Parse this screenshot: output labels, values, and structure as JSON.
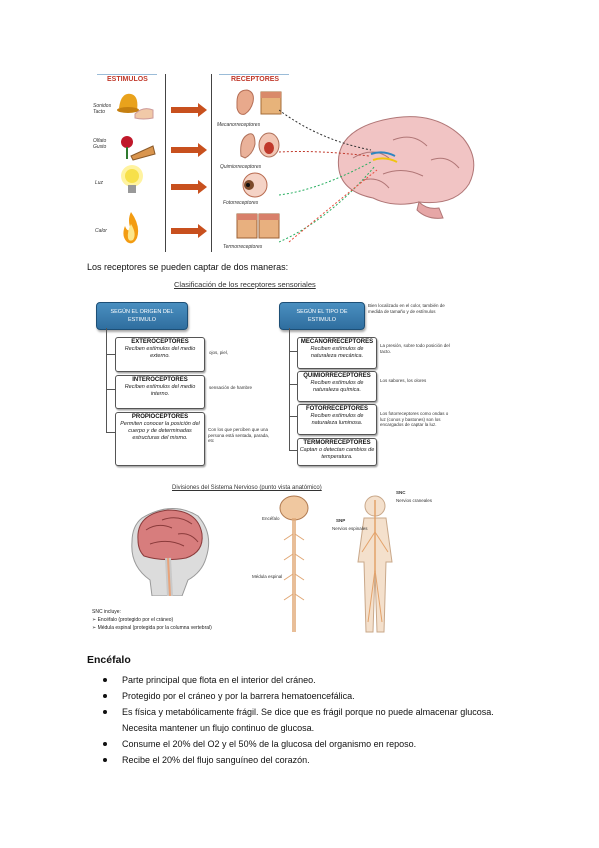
{
  "figure1": {
    "header_stimuli": "ESTIMULOS",
    "header_receptors": "RECEPTORES",
    "stimuli": [
      "Sonidos\nTacto",
      "Olfato\nGusto",
      "Luz",
      "Calor"
    ],
    "receptors": [
      "Mecanorreceptores",
      "Quimiorreceptores",
      "Fotorreceptores",
      "Termorreceptores"
    ]
  },
  "intro_text": "Los receptores se pueden captar de dos maneras:",
  "classification": {
    "title": "Clasificación de los receptores sensoriales",
    "by_origin": {
      "label_line1": "SEGÚN EL ORIGEN DEL",
      "label_line2": "ESTIMULO",
      "items": [
        {
          "title": "EXTEROCEPTORES",
          "desc": "Reciben estímulos del medio externo.",
          "note": "ojos, piel,"
        },
        {
          "title": "INTEROCEPTORES",
          "desc": "Reciben estímulos del medio interno.",
          "note": "sensación de hambre"
        },
        {
          "title": "PROPIOCEPTORES",
          "desc": "Permiten conocer la posición del cuerpo y de determinadas estructuras del mismo.",
          "note": "Con los que perciben que una persona está sentada, parada, etc"
        }
      ]
    },
    "by_type": {
      "label_line1": "SEGÚN EL TIPO DE",
      "label_line2": "ESTIMULO",
      "note": "Bien localizado en el color, también de medida de tamaño y de estímulos",
      "items": [
        {
          "title": "MECANORRECEPTORES",
          "desc": "Reciben estímulos de naturaleza mecánica.",
          "note": "La presión, sobre todo posición del tacto."
        },
        {
          "title": "QUIMIORRECEPTORES",
          "desc": "Reciben estímulos de naturaleza química.",
          "note": "Los sabores, los olores"
        },
        {
          "title": "FOTORRECEPTORES",
          "desc": "Reciben estímulos de naturaleza luminosa.",
          "note": "Los fotorreceptores como ondas o luz (conos y bastones) son los encargados de captar la luz."
        },
        {
          "title": "TERMORRECEPTORES",
          "desc": "Captan o detectan cambios de temperatura.",
          "note": ""
        }
      ]
    }
  },
  "nervous_system": {
    "title": "Divisiones del Sistema Nervioso (punto vista anatómico)",
    "labels": [
      "Encéfalo",
      "Médula espinal",
      "SNC",
      "SNP",
      "Nervios espinales",
      "Nervios craneales"
    ],
    "legend": [
      "SNC incluye:",
      "➢ Encéfalo (protegido por el cráneo)",
      "➢ Médula espinal (protegida por la columna vertebral)"
    ]
  },
  "encefalo": {
    "title": "Encéfalo",
    "bullets": [
      "Parte principal que flota en el interior del cráneo.",
      "Protegido por el cráneo y por la barrera hematoencefálica.",
      "Es física y metabólicamente frágil. Se dice que es frágil porque no puede almacenar glucosa. Necesita mantener un flujo continuo de glucosa.",
      "Consume el 20% del O2 y el 50% de la glucosa del organismo en reposo.",
      "Recibe el 20% del flujo sanguíneo del corazón."
    ]
  }
}
